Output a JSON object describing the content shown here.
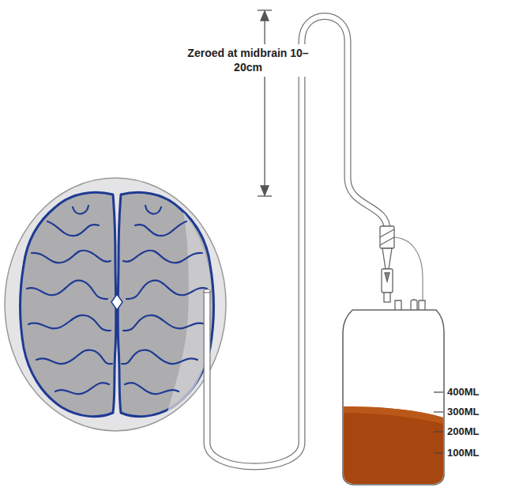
{
  "diagram": {
    "labels": [
      "Zeroed at midbrain 10–20cm",
      "400ML",
      "300ML",
      "200ML",
      "100ML"
    ]
  }
}
